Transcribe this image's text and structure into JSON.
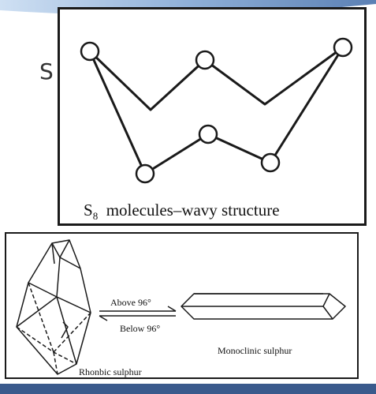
{
  "background_letter": "S",
  "top_panel": {
    "caption_symbol": "S",
    "caption_subscript": "8",
    "caption_text": "molecules–wavy structure"
  },
  "bottom_panel": {
    "above_label": "Above 96°",
    "below_label": "Below  96°",
    "monoclinic_label": "Monoclinic  sulphur",
    "rhombic_label": "Rhonbic  sulphur"
  },
  "colors": {
    "band_blue": "#3a5a8c",
    "band_light": "#8fb0d8",
    "line": "#1a1a1a"
  }
}
